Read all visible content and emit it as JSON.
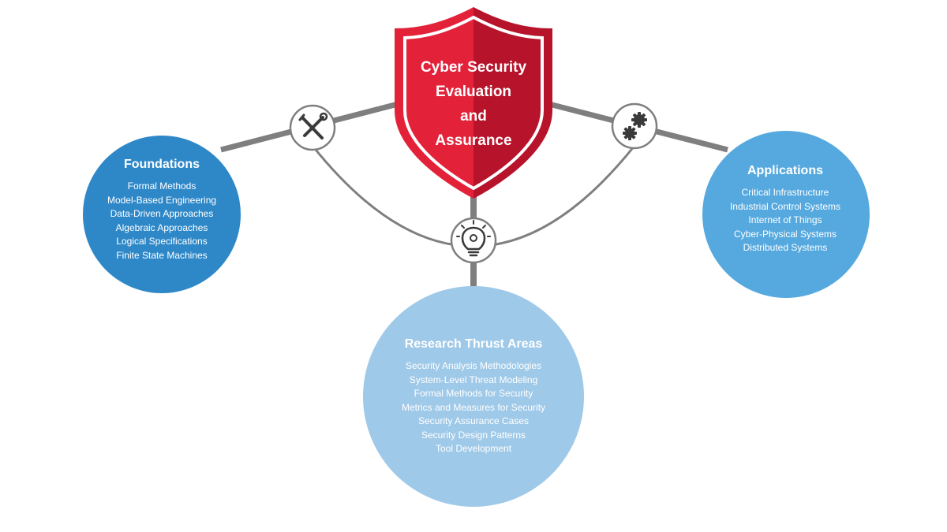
{
  "shield": {
    "title_lines": [
      "Cyber Security",
      "Evaluation",
      "and",
      "Assurance"
    ],
    "color_left": "#E3223A",
    "color_right": "#B7132A"
  },
  "connector_icons": [
    {
      "name": "tools-icon",
      "meaning": "wrench and screwdriver"
    },
    {
      "name": "gears-icon",
      "meaning": "gears"
    },
    {
      "name": "lightbulb-gear-icon",
      "meaning": "lightbulb with gear"
    }
  ],
  "foundations": {
    "title": "Foundations",
    "color": "#2E88C8",
    "items": [
      "Formal Methods",
      "Model-Based Engineering",
      "Data-Driven Approaches",
      "Algebraic Approaches",
      "Logical Specifications",
      "Finite State Machines"
    ]
  },
  "applications": {
    "title": "Applications",
    "color": "#56A9DE",
    "items": [
      "Critical Infrastructure",
      "Industrial Control Systems",
      "Internet of Things",
      "Cyber-Physical Systems",
      "Distributed Systems"
    ]
  },
  "research": {
    "title": "Research Thrust Areas",
    "color": "#9FC9E8",
    "items": [
      "Security Analysis Methodologies",
      "System-Level Threat Modeling",
      "Formal Methods for Security",
      "Metrics and Measures for Security",
      "Security Assurance Cases",
      "Security Design Patterns",
      "Tool Development"
    ]
  },
  "colors": {
    "connector_line": "#7F7F7F",
    "icon_stroke": "#3A3A3A"
  }
}
